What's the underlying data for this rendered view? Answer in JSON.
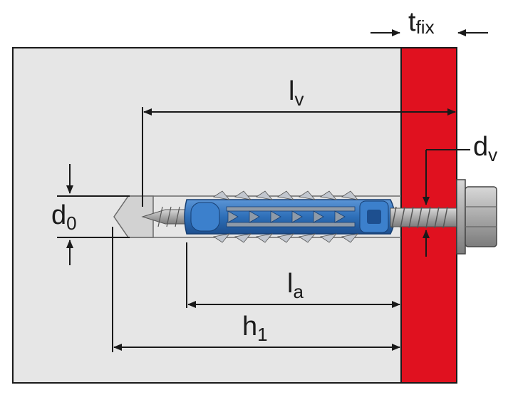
{
  "labels": {
    "t_fix": {
      "main": "t",
      "sub": "fix"
    },
    "l_v": {
      "main": "l",
      "sub": "v"
    },
    "d_v": {
      "main": "d",
      "sub": "v"
    },
    "d_0": {
      "main": "d",
      "sub": "0"
    },
    "l_a": {
      "main": "l",
      "sub": "a"
    },
    "h_1": {
      "main": "h",
      "sub": "1"
    }
  },
  "colors": {
    "base_material": "#e6e6e6",
    "fixture": "#e0111f",
    "anchor_sleeve": "#2e6fb8",
    "anchor_sleeve_dark": "#1d4f8f",
    "screw_metal": "#a9a9a9",
    "line": "#1a1a1a"
  },
  "icons": [
    "arrow-icon",
    "hex-head-icon",
    "screw-thread-icon",
    "drill-tip-icon"
  ]
}
